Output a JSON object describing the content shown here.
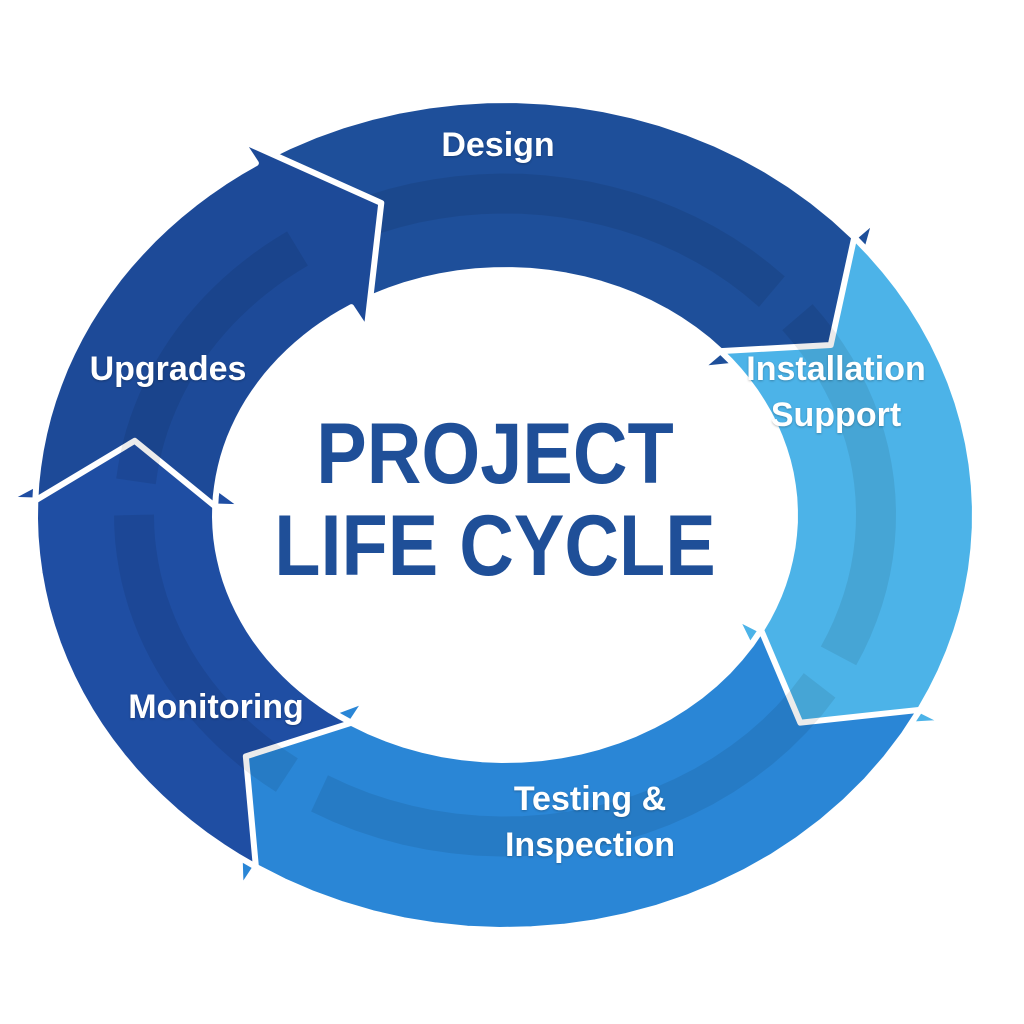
{
  "title": {
    "line1": "PROJECT",
    "line2": "LIFE CYCLE"
  },
  "stages": [
    {
      "label_lines": [
        "Design"
      ],
      "color": "#1e4f9a"
    },
    {
      "label_lines": [
        "Installation",
        "Support"
      ],
      "color": "#4cb3e8"
    },
    {
      "label_lines": [
        "Testing &",
        "Inspection"
      ],
      "color": "#2a86d6"
    },
    {
      "label_lines": [
        "Monitoring"
      ],
      "color": "#1f4ea3"
    },
    {
      "label_lines": [
        "Upgrades"
      ],
      "color": "#1d4a98"
    }
  ]
}
